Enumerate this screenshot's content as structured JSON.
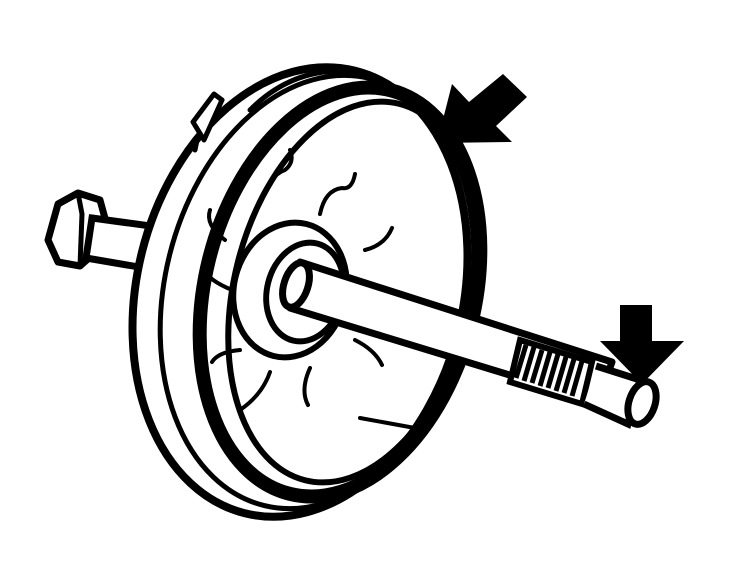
{
  "figure": {
    "background": "#ffffff",
    "ink": "#000000",
    "components": [
      "hex-nut",
      "shaft",
      "flywheel",
      "hub",
      "threaded-end"
    ],
    "arrows": [
      "arrow-icon",
      "arrow-icon"
    ]
  }
}
